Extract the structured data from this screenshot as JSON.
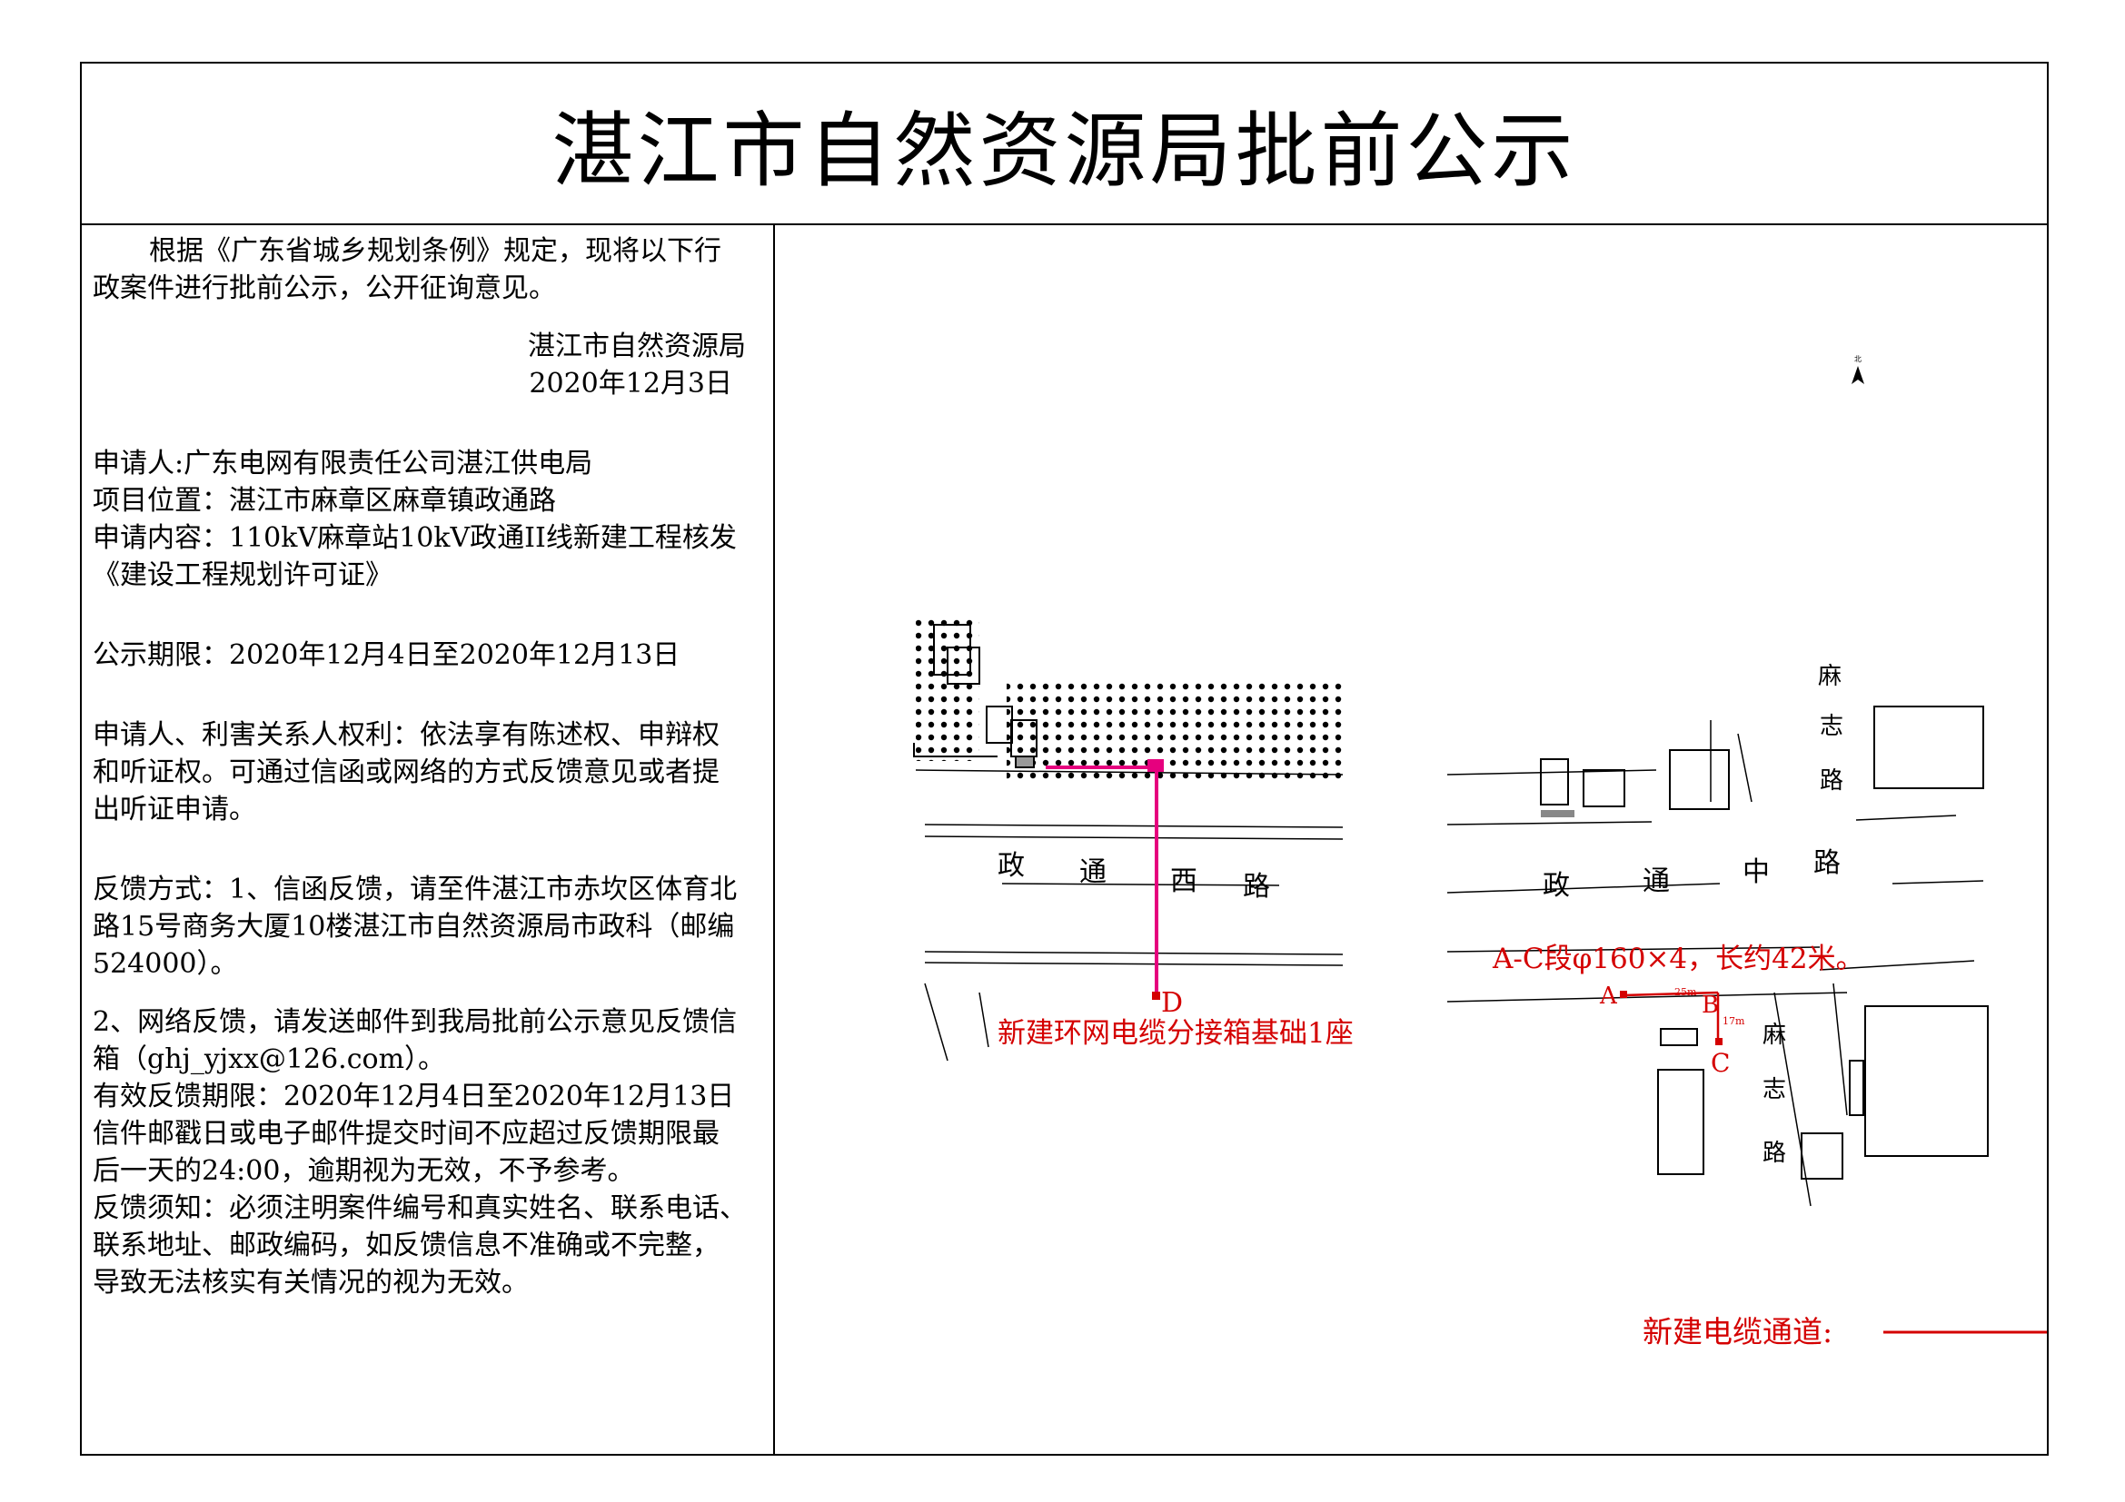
{
  "title": "湛江市自然资源局批前公示",
  "notice": {
    "intro_line1": "根据《广东省城乡规划条例》规定，现将以下行",
    "intro_line2": "政案件进行批前公示，公开征询意见。",
    "issuer": "湛江市自然资源局",
    "date": "2020年12月3日",
    "applicant": "申请人:广东电网有限责任公司湛江供电局",
    "location": "项目位置：湛江市麻章区麻章镇政通路",
    "content_line1": "申请内容：110kV麻章站10kV政通II线新建工程核发",
    "content_line2": "《建设工程规划许可证》",
    "period": "公示期限：2020年12月4日至2020年12月13日",
    "rights_line1": "申请人、利害关系人权利：依法享有陈述权、申辩权",
    "rights_line2": "和听证权。可通过信函或网络的方式反馈意见或者提",
    "rights_line3": "出听证申请。",
    "feedback_line1": "反馈方式：1、信函反馈，请至件湛江市赤坎区体育北",
    "feedback_line2": "路15号商务大厦10楼湛江市自然资源局市政科（邮编",
    "feedback_line3": "524000）。",
    "online_line1": "2、网络反馈，请发送邮件到我局批前公示意见反馈信",
    "online_line2": "箱（ghj_yjxx@126.com）。",
    "valid_period": "有效反馈期限：2020年12月4日至2020年12月13日",
    "postmark_line1": "信件邮戳日或电子邮件提交时间不应超过反馈期限最",
    "postmark_line2": "后一天的24:00，逾期视为无效，不予参考。",
    "notes_line1": "反馈须知：必须注明案件编号和真实姓名、联系电话、",
    "notes_line2": "联系地址、邮政编码，如反馈信息不准确或不完整，",
    "notes_line3": "导致无法核实有关情况的视为无效。"
  },
  "map": {
    "north_label": "北",
    "road_west": [
      "政",
      "通",
      "西",
      "路"
    ],
    "road_middle": [
      "政",
      "通",
      "中",
      "路"
    ],
    "road_mazhi_top": [
      "麻",
      "志",
      "路"
    ],
    "road_mazhi_bottom": [
      "麻",
      "志",
      "路"
    ],
    "segment_note": "A-C段φ160×4，长约42米。",
    "point_a": "A",
    "point_b": "B",
    "point_c": "C",
    "point_d": "D",
    "dim_25": "25m",
    "dim_17": "17m",
    "box_note": "新建环网电缆分接箱基础1座",
    "legend_label": "新建电缆通道:",
    "cable_color": "#e6007e",
    "annotation_color": "#d40000"
  }
}
